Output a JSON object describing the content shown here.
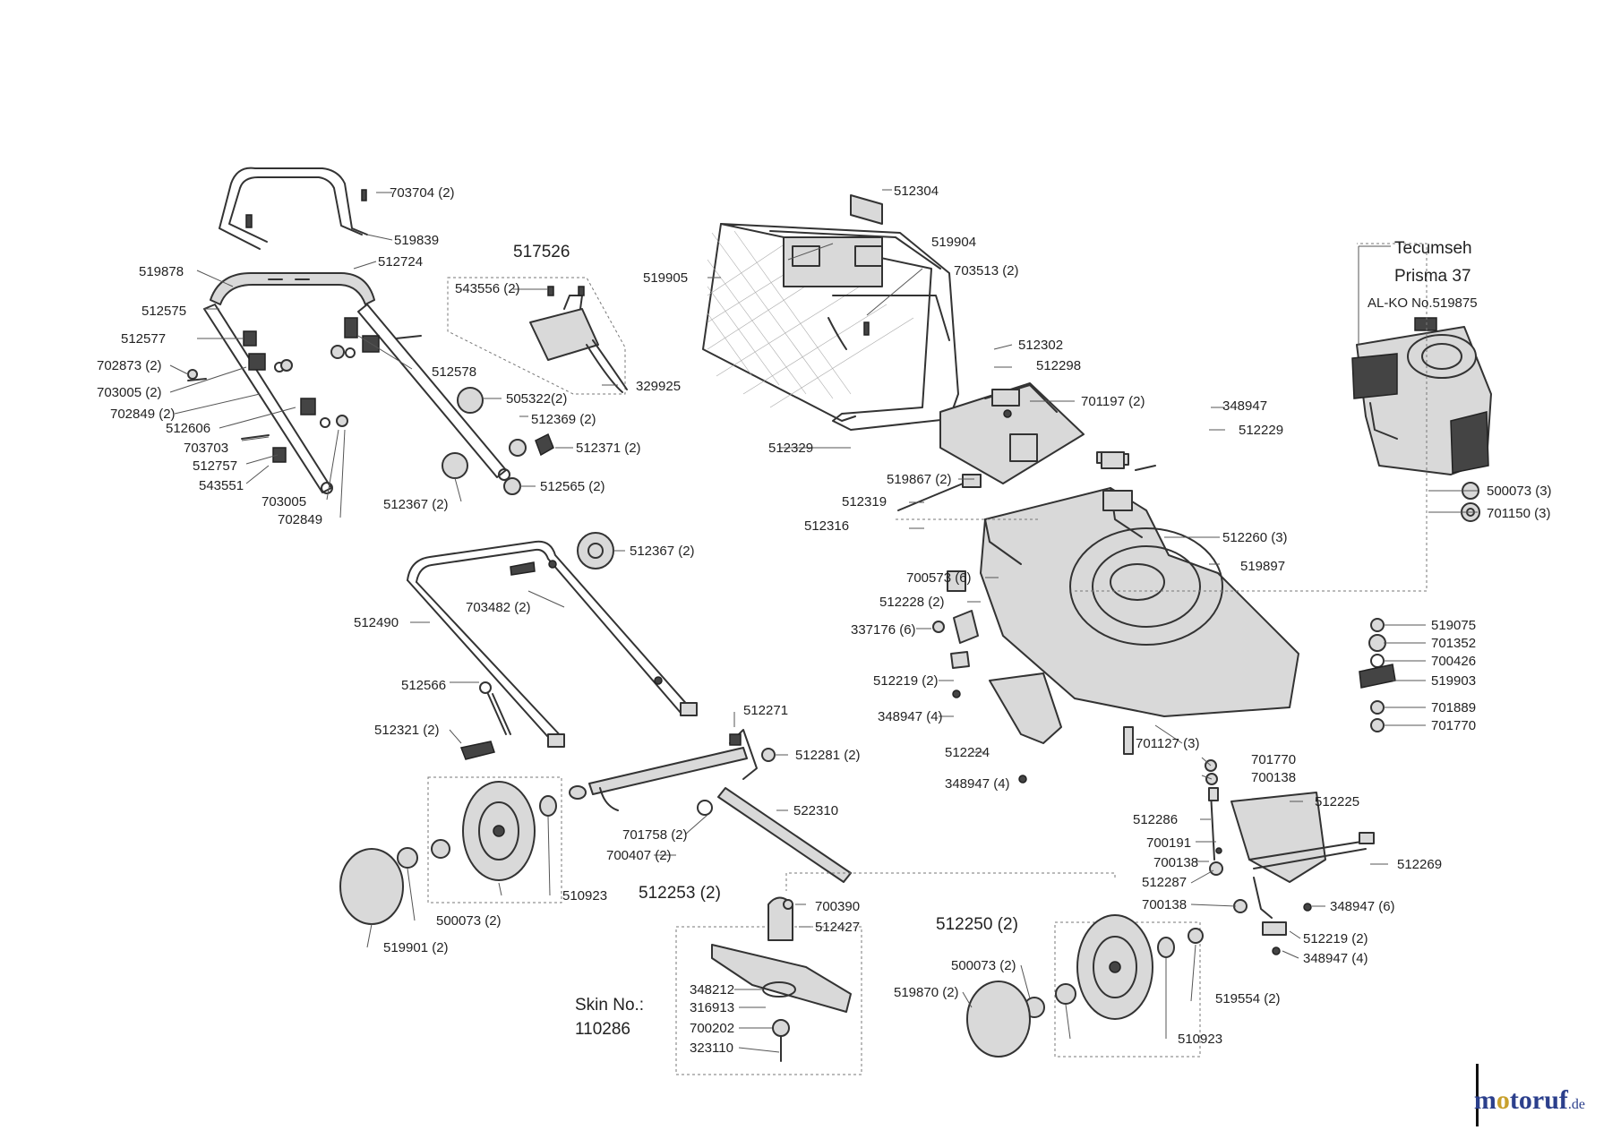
{
  "diagram": {
    "groups": {
      "g517526": "517526",
      "g512253": "512253 (2)",
      "g512250": "512250 (2)",
      "skin_line1": "Skin No.:",
      "skin_line2": "110286"
    },
    "engine": {
      "brand": "Tecumseh",
      "model": "Prisma 37",
      "alko": "AL-KO No.519875"
    },
    "labels": [
      "703704 (2)",
      "519839",
      "512724",
      "519878",
      "512575",
      "512577",
      "702873 (2)",
      "703005 (2)",
      "702849 (2)",
      "512606",
      "703703",
      "512757",
      "543551",
      "703005",
      "702849",
      "512578",
      "512367 (2)",
      "543556 (2)",
      "329925",
      "505322(2)",
      "512369 (2)",
      "512371 (2)",
      "512565 (2)",
      "512304",
      "519904",
      "519905",
      "703513 (2)",
      "512302",
      "512298",
      "701197 (2)",
      "512329",
      "348947",
      "512229",
      "519867 (2)",
      "512319",
      "512316",
      "512260 (3)",
      "519897",
      "700573 (6)",
      "512228 (2)",
      "337176 (6)",
      "512219 (2)",
      "348947 (4)",
      "512224",
      "348947 (4)",
      "500073 (3)",
      "701150 (3)",
      "519075",
      "701352",
      "700426",
      "519903",
      "701889",
      "701770",
      "512367 (2)",
      "703482 (2)",
      "512490",
      "512566",
      "512321 (2)",
      "512271",
      "512281 (2)",
      "522310",
      "701758 (2)",
      "700407 (2)",
      "510923",
      "500073 (2)",
      "519901 (2)",
      "701127 (3)",
      "701770",
      "700138",
      "512225",
      "512286",
      "700191",
      "700138",
      "512269",
      "512287",
      "700138",
      "348947 (6)",
      "700390",
      "512427",
      "348212",
      "316913",
      "700202",
      "323110",
      "500073 (2)",
      "519870  (2)",
      "510923",
      "519554 (2)",
      "512219 (2)",
      "348947 (4)"
    ]
  },
  "watermark": {
    "logo_prefix": "m",
    "logo_o": "o",
    "logo_suffix": "toruf",
    "logo_tld": ".de"
  }
}
